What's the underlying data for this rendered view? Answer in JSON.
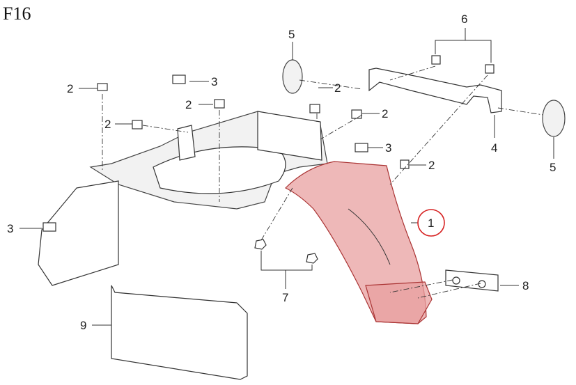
{
  "title": "F16",
  "callouts": [
    {
      "id": "5a",
      "label": "5"
    },
    {
      "id": "6",
      "label": "6"
    },
    {
      "id": "2a",
      "label": "2"
    },
    {
      "id": "3a",
      "label": "3"
    },
    {
      "id": "2b",
      "label": "2"
    },
    {
      "id": "2c",
      "label": "2"
    },
    {
      "id": "2d",
      "label": "2"
    },
    {
      "id": "2e",
      "label": "2"
    },
    {
      "id": "3b",
      "label": "3"
    },
    {
      "id": "2f",
      "label": "2"
    },
    {
      "id": "4",
      "label": "4"
    },
    {
      "id": "5b",
      "label": "5"
    },
    {
      "id": "1",
      "label": "1"
    },
    {
      "id": "3c",
      "label": "3"
    },
    {
      "id": "7",
      "label": "7"
    },
    {
      "id": "8",
      "label": "8"
    },
    {
      "id": "9",
      "label": "9"
    }
  ],
  "colors": {
    "highlight": "#e8a0a0",
    "highlight_circle": "#d62020"
  }
}
